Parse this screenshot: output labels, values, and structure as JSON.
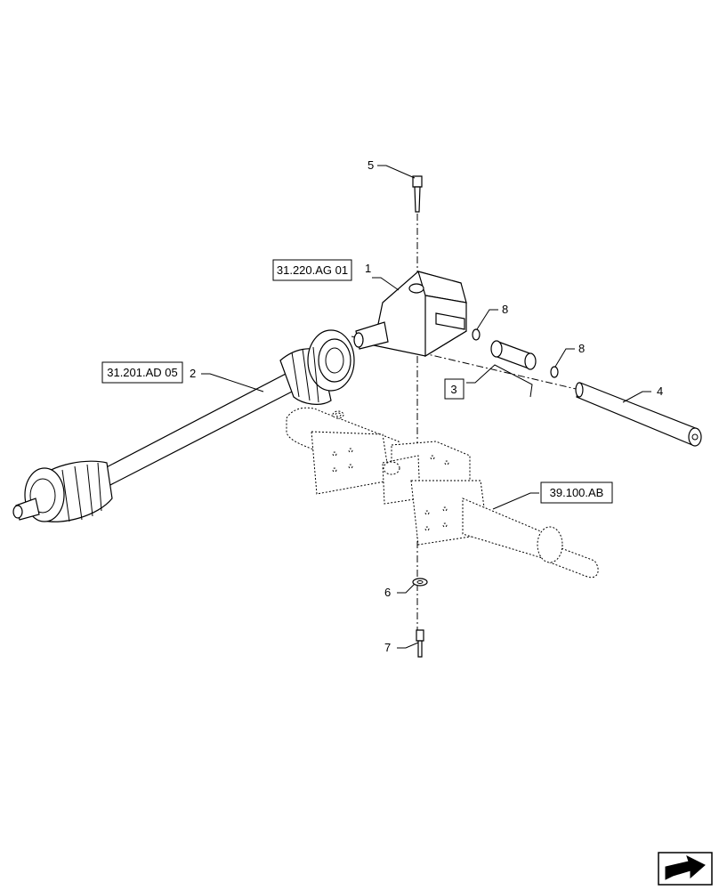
{
  "callouts": {
    "c1": "1",
    "c2": "2",
    "c3": "3",
    "c4": "4",
    "c5": "5",
    "c6": "6",
    "c7": "7",
    "c8a": "8",
    "c8b": "8"
  },
  "references": {
    "gearbox_ref": "31.220.AG 01",
    "driveshaft_ref": "31.201.AD 05",
    "frame_ref": "39.100.AB"
  },
  "nav_icon": "next-page-arrow-icon"
}
